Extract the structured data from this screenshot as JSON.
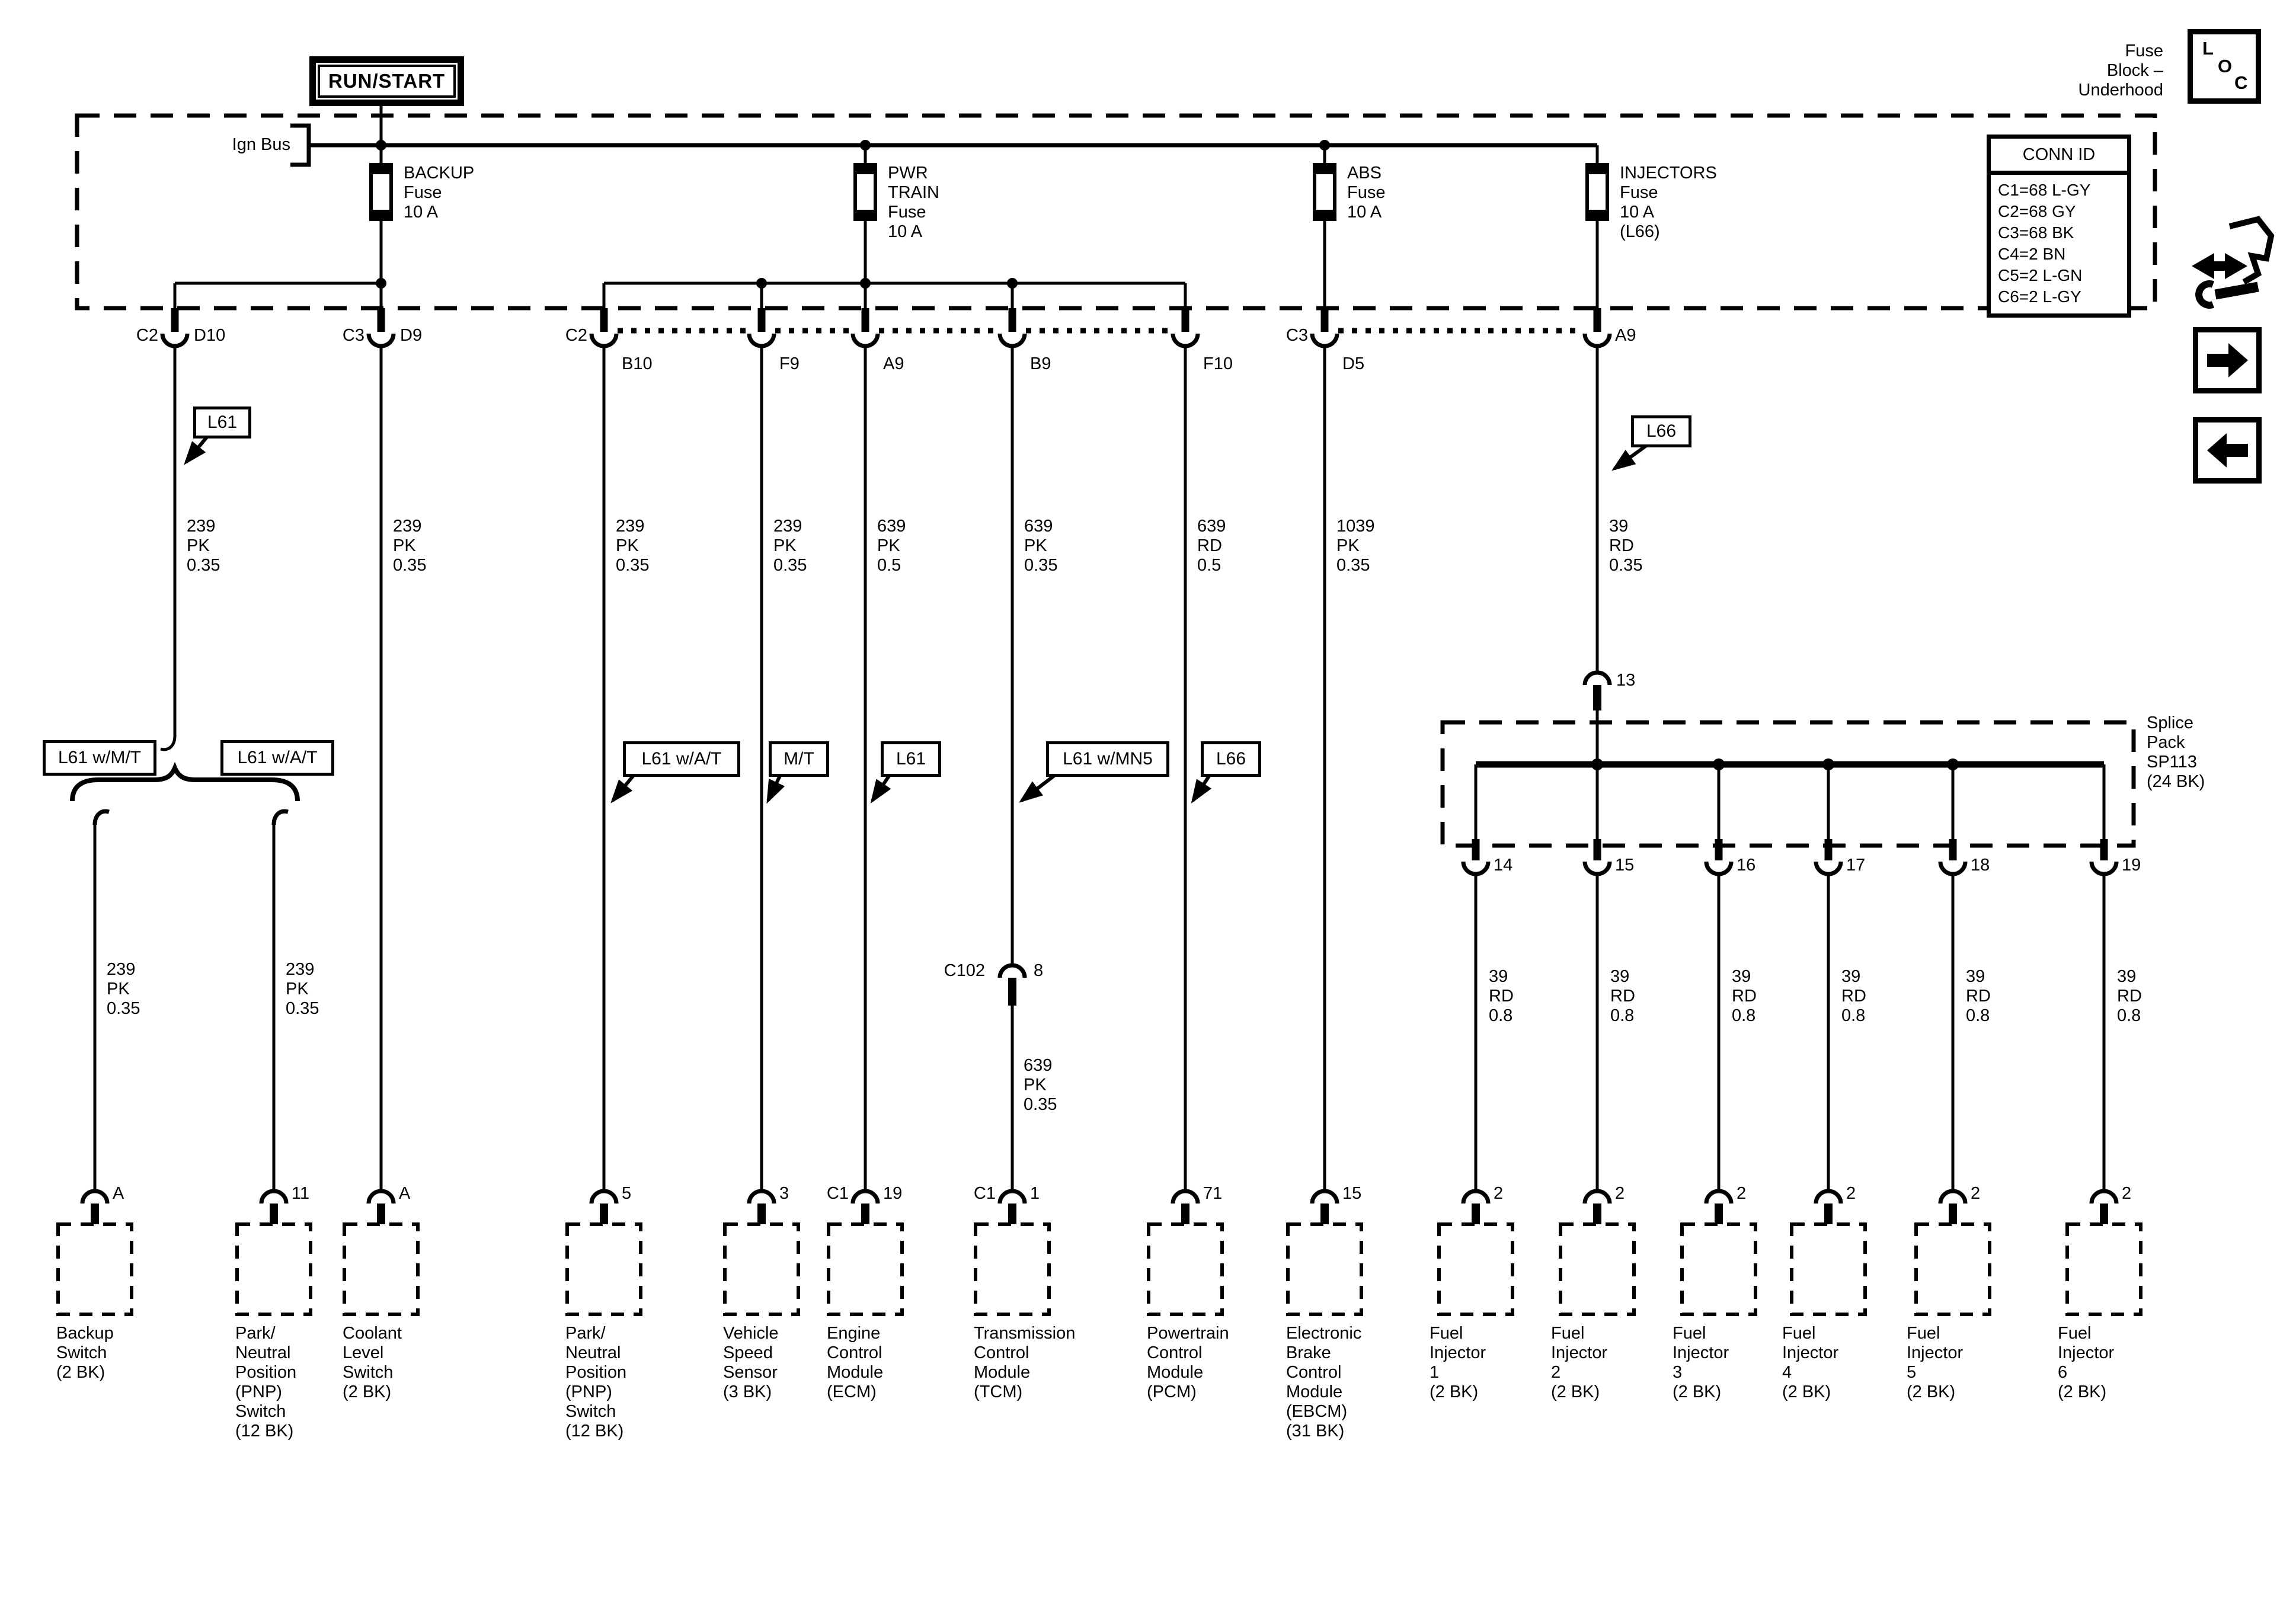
{
  "header": {
    "run_start": "RUN/START",
    "ign_bus": "Ign Bus",
    "fuse_block": "Fuse\nBlock –\nUnderhood",
    "loc": {
      "l": "L",
      "o": "O",
      "c": "C"
    },
    "conn_id": {
      "header": "CONN ID",
      "rows": [
        "C1=68 L-GY",
        "C2=68 GY",
        "C3=68 BK",
        "C4=2 BN",
        "C5=2 L-GN",
        "C6=2 L-GY"
      ]
    }
  },
  "fuses": [
    {
      "label": "BACKUP\nFuse\n10 A"
    },
    {
      "label": "PWR\nTRAIN\nFuse\n10 A"
    },
    {
      "label": "ABS\nFuse\n10 A"
    },
    {
      "label": "INJECTORS\nFuse\n10 A\n(L66)"
    }
  ],
  "connector_row": [
    {
      "conn": "C2",
      "pin": "D10"
    },
    {
      "conn": "C3",
      "pin": "D9"
    },
    {
      "conn": "C2",
      "pin": "B10"
    },
    {
      "pin": "F9"
    },
    {
      "pin": "A9"
    },
    {
      "pin": "B9"
    },
    {
      "pin": "F10"
    },
    {
      "conn": "C3",
      "pin": "D5"
    },
    {
      "pin": "A9"
    }
  ],
  "wire_labels": [
    "239\nPK\n0.35",
    "239\nPK\n0.35",
    "239\nPK\n0.35",
    "239\nPK\n0.35",
    "639\nPK\n0.5",
    "639\nPK\n0.35",
    "639\nRD\n0.5",
    "1039\nPK\n0.35",
    "39\nRD\n0.35"
  ],
  "callouts": {
    "l61_top": "L61",
    "l66_top": "L66",
    "brace_left": "L61 w/M/T",
    "brace_right": "L61 w/A/T",
    "b10": "L61 w/A/T",
    "f9": "M/T",
    "a9": "L61",
    "b9": "L61 w/MN5",
    "f10": "L66"
  },
  "branch_wire_labels": [
    "239\nPK\n0.35",
    "239\nPK\n0.35"
  ],
  "c102": {
    "name": "C102",
    "pin": "8",
    "wire_label": "639\nPK\n0.35"
  },
  "splice": {
    "pin_in": "13",
    "note": "Splice\nPack\nSP113\n(24 BK)",
    "pins": [
      "14",
      "15",
      "16",
      "17",
      "18",
      "19"
    ],
    "wire_labels": [
      "39\nRD\n0.8",
      "39\nRD\n0.8",
      "39\nRD\n0.8",
      "39\nRD\n0.8",
      "39\nRD\n0.8",
      "39\nRD\n0.8"
    ]
  },
  "components": [
    {
      "pin": "A",
      "name": "Backup\nSwitch\n(2 BK)"
    },
    {
      "pin": "11",
      "name": "Park/\nNeutral\nPosition\n(PNP)\nSwitch\n(12 BK)"
    },
    {
      "pin": "A",
      "name": "Coolant\nLevel\nSwitch\n(2 BK)"
    },
    {
      "pin": "5",
      "name": "Park/\nNeutral\nPosition\n(PNP)\nSwitch\n(12 BK)"
    },
    {
      "pin": "3",
      "name": "Vehicle\nSpeed\nSensor\n(3 BK)"
    },
    {
      "conn": "C1",
      "pin": "19",
      "name": "Engine\nControl\nModule\n(ECM)"
    },
    {
      "conn": "C1",
      "pin": "1",
      "name": "Transmission\nControl\nModule\n(TCM)"
    },
    {
      "pin": "71",
      "name": "Powertrain\nControl\nModule\n(PCM)"
    },
    {
      "pin": "15",
      "name": "Electronic\nBrake\nControl\nModule\n(EBCM)\n(31 BK)"
    },
    {
      "pin": "2",
      "name": "Fuel\nInjector\n1\n(2 BK)"
    },
    {
      "pin": "2",
      "name": "Fuel\nInjector\n2\n(2 BK)"
    },
    {
      "pin": "2",
      "name": "Fuel\nInjector\n3\n(2 BK)"
    },
    {
      "pin": "2",
      "name": "Fuel\nInjector\n4\n(2 BK)"
    },
    {
      "pin": "2",
      "name": "Fuel\nInjector\n5\n(2 BK)"
    },
    {
      "pin": "2",
      "name": "Fuel\nInjector\n6\n(2 BK)"
    }
  ]
}
